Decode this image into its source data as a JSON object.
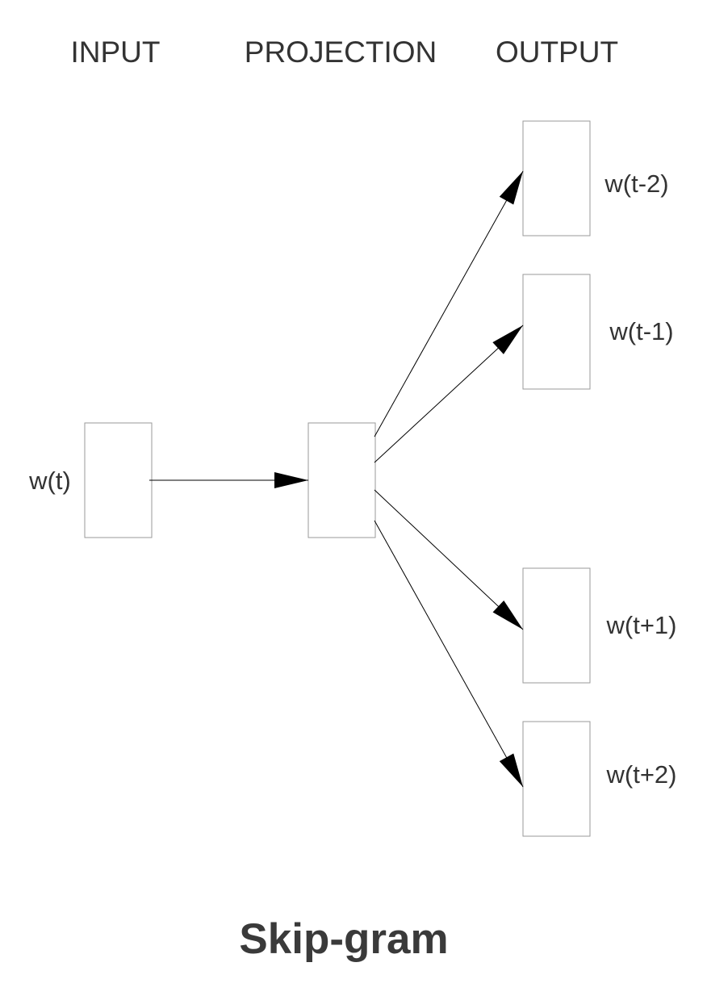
{
  "columns": {
    "input": "INPUT",
    "projection": "PROJECTION",
    "output": "OUTPUT"
  },
  "input_word": "w(t)",
  "output_words": {
    "tm2": "w(t-2)",
    "tm1": "w(t-1)",
    "tp1": "w(t+1)",
    "tp2": "w(t+2)"
  },
  "title": "Skip-gram",
  "colors": {
    "text": "#333333",
    "box_border": "#9a9a9a",
    "arrow": "#000000"
  }
}
